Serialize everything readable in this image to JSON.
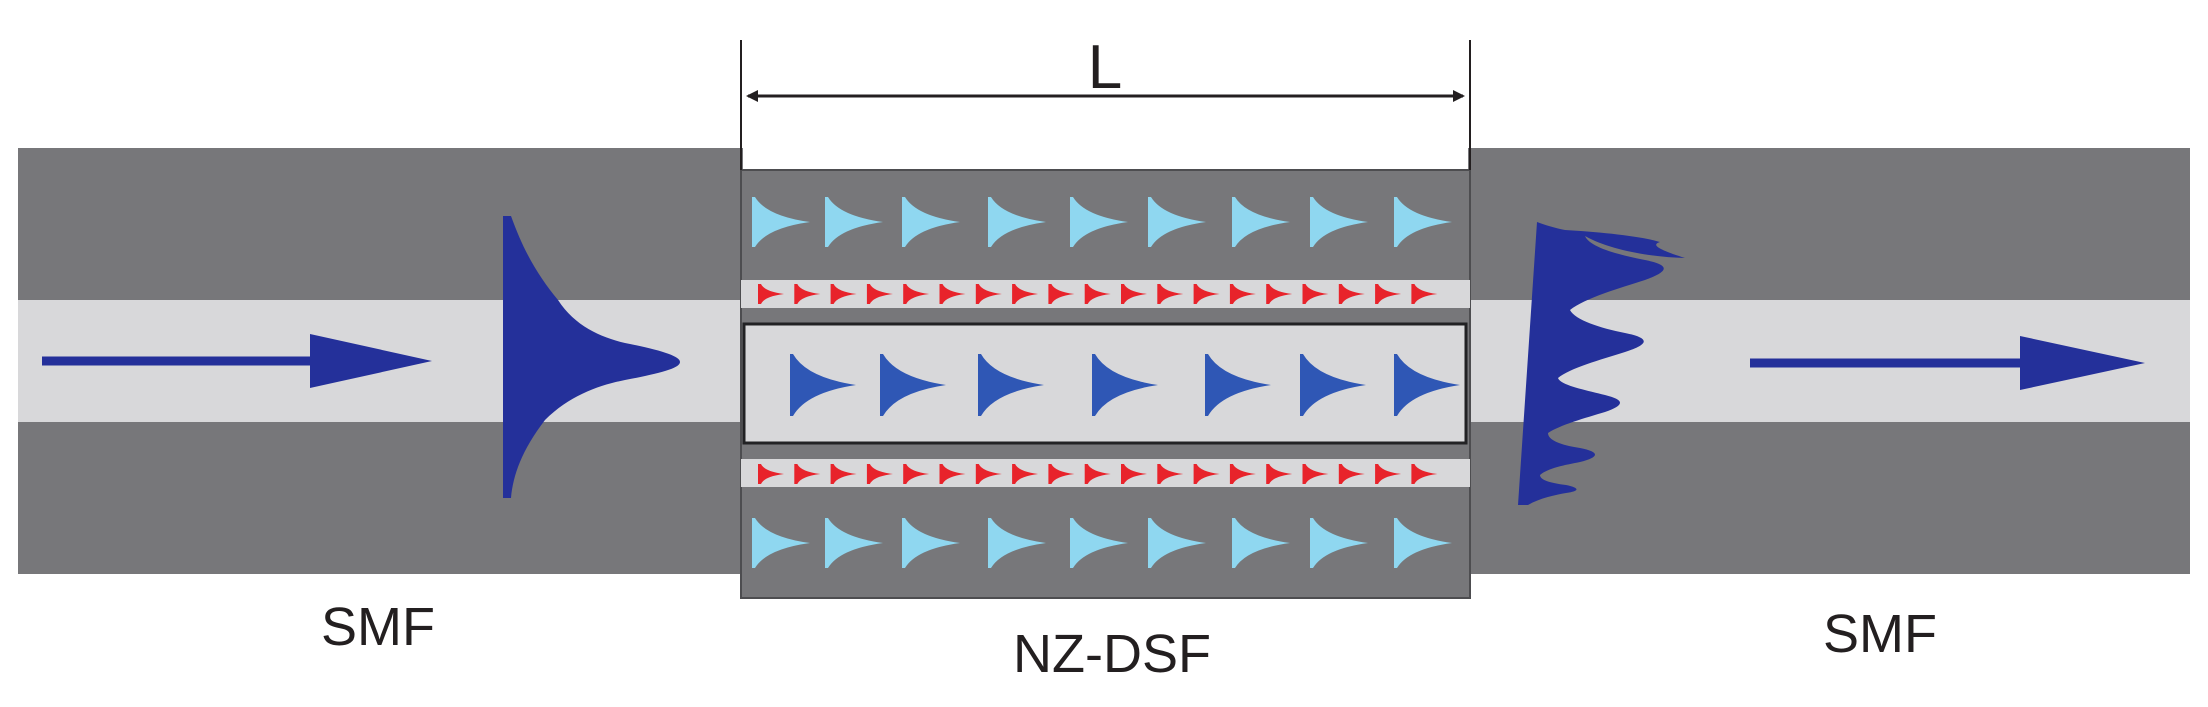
{
  "labels": {
    "length": "L",
    "left_fiber": "SMF",
    "middle_fiber": "NZ-DSF",
    "right_fiber": "SMF"
  },
  "colors": {
    "cladding": "#77777a",
    "core": "#d8d8da",
    "pulse": "#24309a",
    "cladding_modes": "#8fd7f0",
    "core_modes": "#2f57b5",
    "ring_modes": "#e8232b",
    "text": "#231f20"
  },
  "counts": {
    "cladding_mode_markers_per_row": 9,
    "core_mode_markers": 7,
    "ring_mode_markers_per_row": 19
  }
}
